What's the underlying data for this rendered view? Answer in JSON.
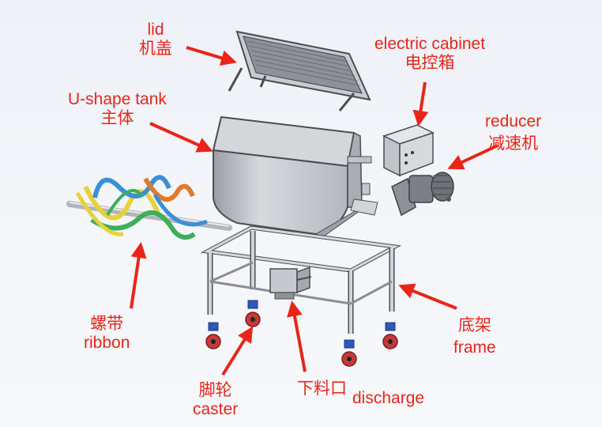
{
  "labels": {
    "lid": {
      "en": "lid",
      "zh": "机盖"
    },
    "tank": {
      "en": "U-shape tank",
      "zh": "主体"
    },
    "cabinet": {
      "en": "electric cabinet",
      "zh": "电控箱"
    },
    "reducer": {
      "en": "reducer",
      "zh": "减速机"
    },
    "ribbon": {
      "en": "ribbon",
      "zh": "螺带"
    },
    "frame": {
      "en": "frame",
      "zh": "底架"
    },
    "caster": {
      "en": "caster",
      "zh": "脚轮"
    },
    "discharge": {
      "en": "discharge",
      "zh": "下料口"
    }
  },
  "colors": {
    "label": "#e8251b",
    "arrow": "#ea2418",
    "metal": "#c9ccd1",
    "ribbon": [
      "#e8d23a",
      "#3a8fd8",
      "#3fae5a",
      "#e07a2a"
    ],
    "caster_wheel": "#c43a3a",
    "caster_bracket": "#2f56b8"
  }
}
